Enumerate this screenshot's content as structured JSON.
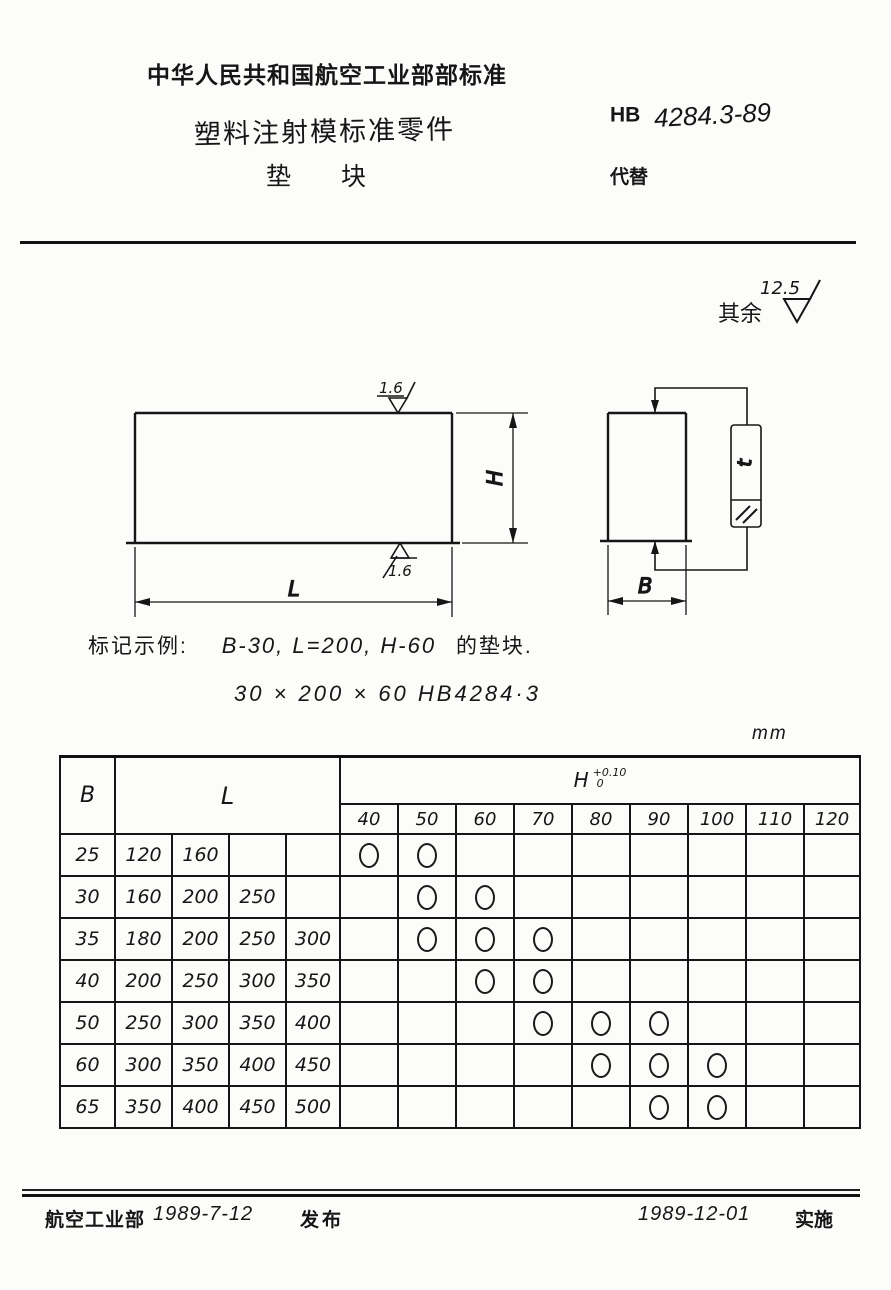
{
  "header": {
    "org": "中华人民共和国航空工业部部标准",
    "title": "塑料注射模标准零件",
    "subtitle": "垫　　块",
    "std_prefix": "HB",
    "std_number": "4284.3-89",
    "replaces": "代替"
  },
  "surface_note": {
    "label": "其余",
    "value": "12.5"
  },
  "drawing": {
    "labels": {
      "length": "L",
      "height": "H",
      "width": "B",
      "tolerance": "t"
    },
    "roughness_top": "1.6",
    "roughness_bottom": "1.6"
  },
  "marking_example": {
    "intro": "标记示例:",
    "values": "B-30,  L=200,  H-60",
    "suffix": "的垫块.",
    "designation": "30 × 200 × 60  HB4284·3"
  },
  "table": {
    "unit": "mm",
    "headers": {
      "b": "B",
      "l": "L",
      "h": "H",
      "h_tol_upper": "+0.10",
      "h_tol_lower": "0"
    },
    "h_columns": [
      "40",
      "50",
      "60",
      "70",
      "80",
      "90",
      "100",
      "110",
      "120"
    ],
    "rows": [
      {
        "b": "25",
        "l": [
          "120",
          "160",
          "",
          ""
        ],
        "marks": [
          1,
          1,
          0,
          0,
          0,
          0,
          0,
          0,
          0
        ]
      },
      {
        "b": "30",
        "l": [
          "160",
          "200",
          "250",
          ""
        ],
        "marks": [
          0,
          1,
          1,
          0,
          0,
          0,
          0,
          0,
          0
        ]
      },
      {
        "b": "35",
        "l": [
          "180",
          "200",
          "250",
          "300"
        ],
        "marks": [
          0,
          1,
          1,
          1,
          0,
          0,
          0,
          0,
          0
        ]
      },
      {
        "b": "40",
        "l": [
          "200",
          "250",
          "300",
          "350"
        ],
        "marks": [
          0,
          0,
          1,
          1,
          0,
          0,
          0,
          0,
          0
        ]
      },
      {
        "b": "50",
        "l": [
          "250",
          "300",
          "350",
          "400"
        ],
        "marks": [
          0,
          0,
          0,
          1,
          1,
          1,
          0,
          0,
          0
        ]
      },
      {
        "b": "60",
        "l": [
          "300",
          "350",
          "400",
          "450"
        ],
        "marks": [
          0,
          0,
          0,
          0,
          1,
          1,
          1,
          0,
          0
        ]
      },
      {
        "b": "65",
        "l": [
          "350",
          "400",
          "450",
          "500"
        ],
        "marks": [
          0,
          0,
          0,
          0,
          0,
          1,
          1,
          0,
          0
        ]
      }
    ]
  },
  "footer": {
    "issuer": "航空工业部",
    "issue_date": "1989-7-12",
    "issue_label": "发布",
    "impl_date": "1989-12-01",
    "impl_label": "实施"
  }
}
